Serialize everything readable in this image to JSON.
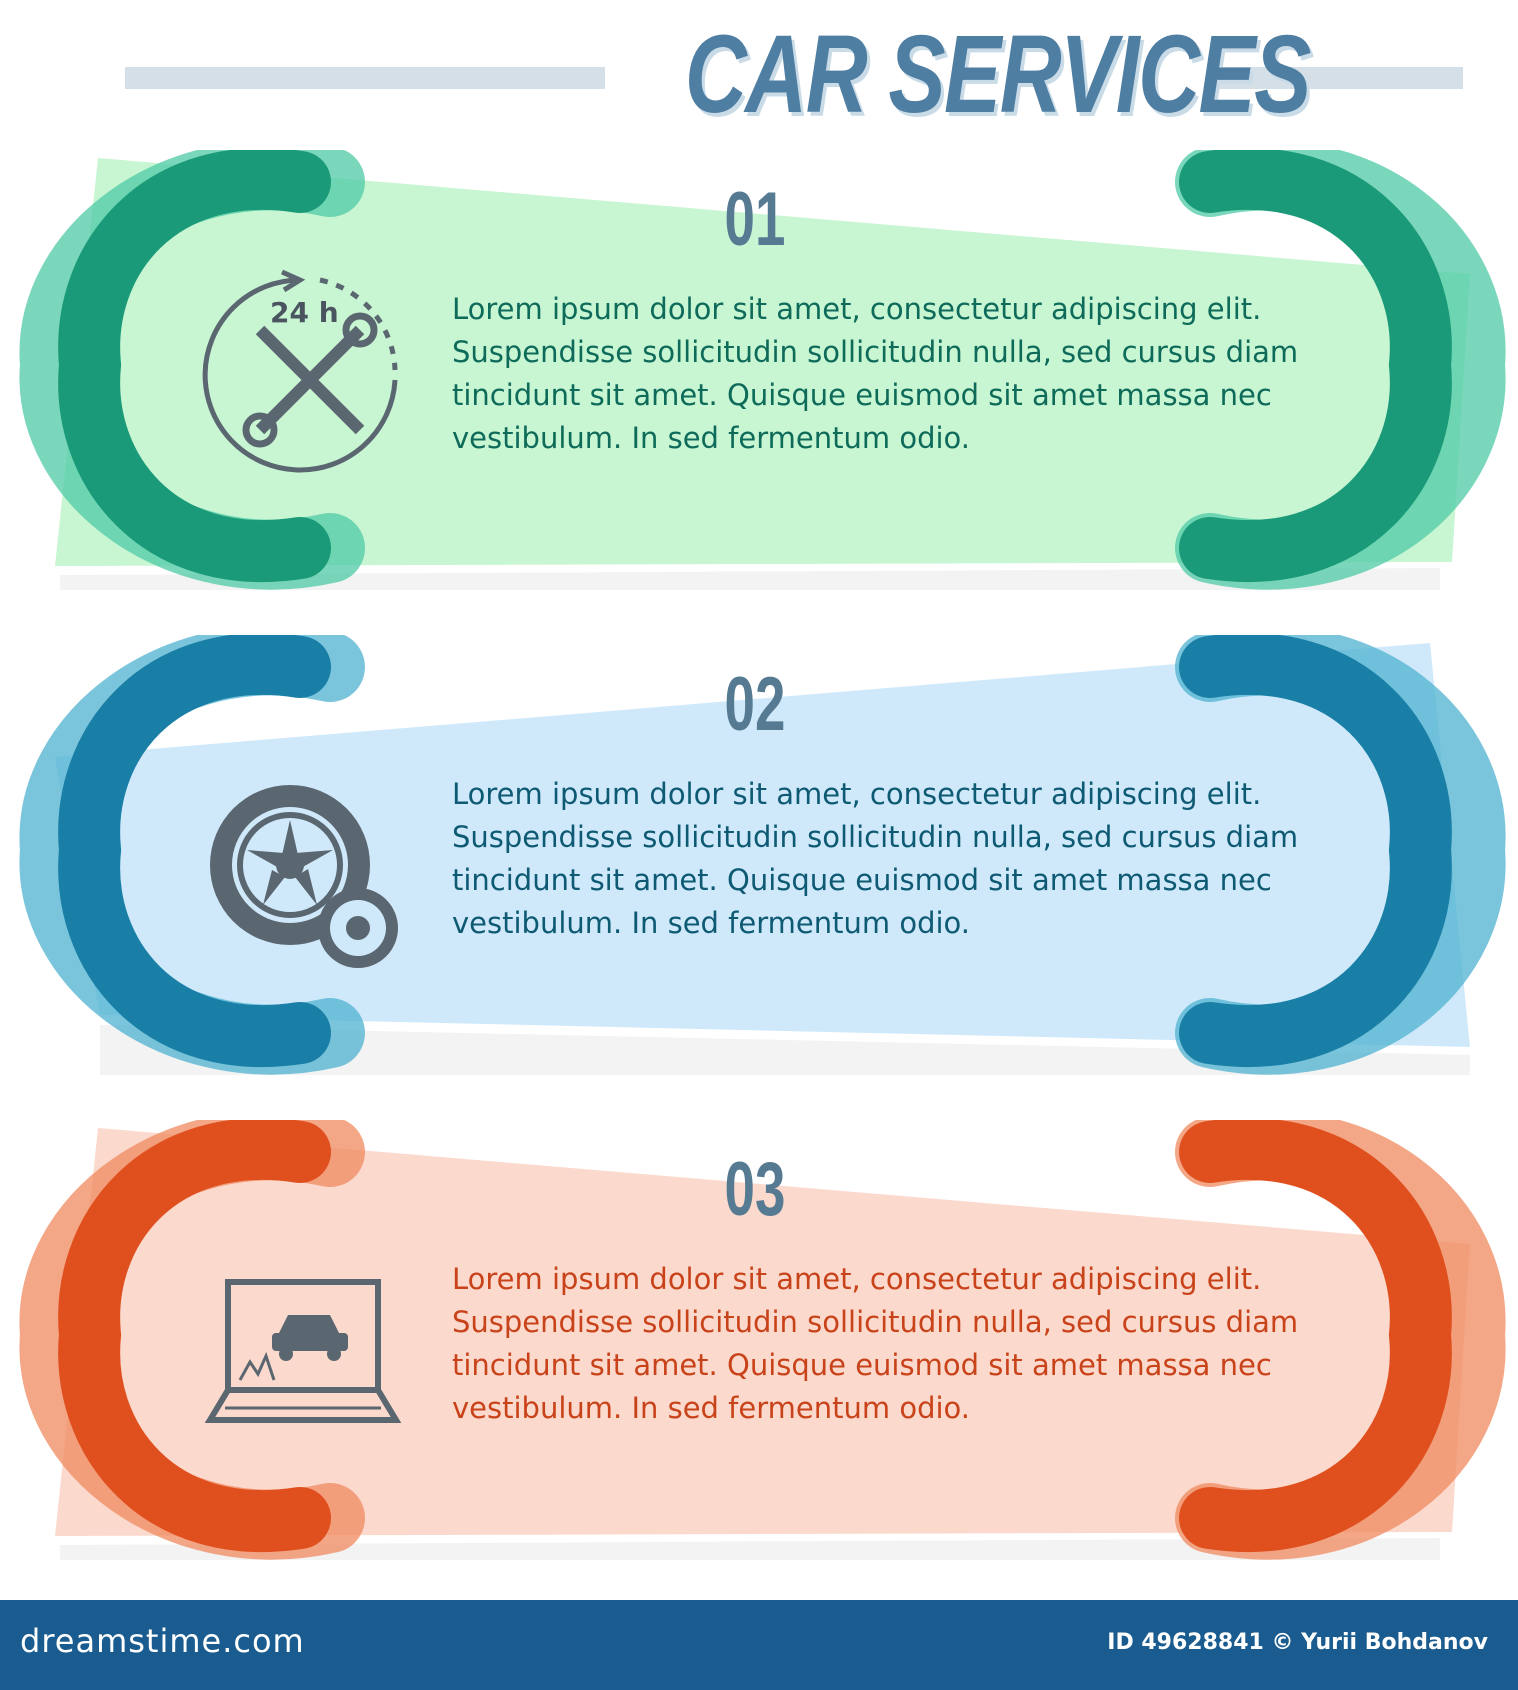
{
  "header": {
    "title": "CAR SERVICES"
  },
  "items": [
    {
      "number": "01",
      "text": "Lorem ipsum dolor sit amet, consectetur adipiscing elit. Suspendisse sollicitudin sollicitudin nulla, sed cursus diam tincidunt sit amet. Quisque euismod sit amet massa nec vestibulum. In sed fermentum odio.",
      "icon": "24h-repair-tools-icon",
      "icon_label": "24 h",
      "colors": {
        "panel": "#c8f5d2",
        "arc": "#1a9a78",
        "arc_light": "#4fc9a6",
        "text": "#0e6b5a"
      }
    },
    {
      "number": "02",
      "text": "Lorem ipsum dolor sit amet, consectetur adipiscing elit. Suspendisse sollicitudin sollicitudin nulla, sed cursus diam tincidunt sit amet. Quisque euismod sit amet massa nec vestibulum. In sed fermentum odio.",
      "icon": "tire-with-gear-icon",
      "colors": {
        "panel": "#cfe9fb",
        "arc": "#1a7fa6",
        "arc_light": "#4fb2d0",
        "text": "#0e5a73"
      }
    },
    {
      "number": "03",
      "text": "Lorem ipsum dolor sit amet, consectetur adipiscing elit. Suspendisse sollicitudin sollicitudin nulla, sed cursus diam tincidunt sit amet. Quisque euismod sit amet massa nec vestibulum. In sed fermentum odio.",
      "icon": "laptop-car-diagnostics-icon",
      "colors": {
        "panel": "#fbd9cd",
        "arc": "#e0501f",
        "arc_light": "#f08a5f",
        "text": "#c9431a"
      }
    }
  ],
  "footer": {
    "brand": "dreamstime.com",
    "credit": "ID 49628841 © Yurii Bohdanov"
  }
}
